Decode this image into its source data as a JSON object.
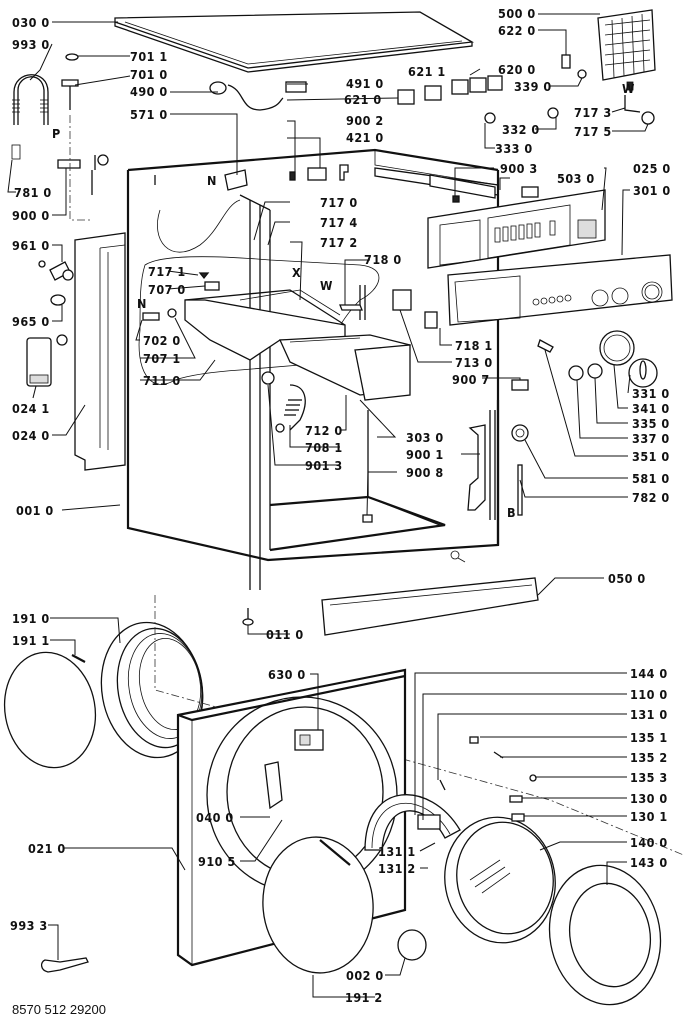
{
  "diagram": {
    "title": "Washing machine exploded parts diagram",
    "document_code": "8570 512 29200",
    "annotation_letters": [
      "N",
      "P",
      "X",
      "W",
      "B"
    ],
    "labels": [
      {
        "id": "030_0",
        "text": "030 0",
        "part": "top-cover"
      },
      {
        "id": "993_0",
        "text": "993 0",
        "part": "drain-hose"
      },
      {
        "id": "701_1",
        "text": "701 1",
        "part": "cap"
      },
      {
        "id": "701_0",
        "text": "701 0",
        "part": "hose-hook"
      },
      {
        "id": "490_0",
        "text": "490 0",
        "part": "mains-cable"
      },
      {
        "id": "571_0",
        "text": "571 0",
        "part": "inlet-valve"
      },
      {
        "id": "781_0",
        "text": "781 0",
        "part": "hose-end"
      },
      {
        "id": "900_0",
        "text": "900 0",
        "part": "hose-bracket"
      },
      {
        "id": "491_0",
        "text": "491 0",
        "part": "interference-filter"
      },
      {
        "id": "621_1",
        "text": "621 1",
        "part": "switch"
      },
      {
        "id": "621_0",
        "text": "621 0",
        "part": "switch"
      },
      {
        "id": "900_2",
        "text": "900 2",
        "part": "clip"
      },
      {
        "id": "421_0",
        "text": "421 0",
        "part": "pressure-switch"
      },
      {
        "id": "620_0",
        "text": "620 0",
        "part": "switch-block"
      },
      {
        "id": "500_0",
        "text": "500 0",
        "part": "electronic-module"
      },
      {
        "id": "622_0",
        "text": "622 0",
        "part": "indicator"
      },
      {
        "id": "339_0",
        "text": "339 0",
        "part": "knob-insert"
      },
      {
        "id": "332_0",
        "text": "332 0",
        "part": "button"
      },
      {
        "id": "333_0",
        "text": "333 0",
        "part": "button"
      },
      {
        "id": "717_3",
        "text": "717 3",
        "part": "shaft"
      },
      {
        "id": "717_5",
        "text": "717 5",
        "part": "gear"
      },
      {
        "id": "900_3",
        "text": "900 3",
        "part": "clip"
      },
      {
        "id": "503_0",
        "text": "503 0",
        "part": "circuit-board"
      },
      {
        "id": "025_0",
        "text": "025 0",
        "part": "control-panel-frame"
      },
      {
        "id": "301_0",
        "text": "301 0",
        "part": "control-panel-facia"
      },
      {
        "id": "717_0",
        "text": "717 0",
        "part": "dispenser-lid"
      },
      {
        "id": "717_4",
        "text": "717 4",
        "part": "dispenser-part"
      },
      {
        "id": "717_2",
        "text": "717 2",
        "part": "dispenser-part"
      },
      {
        "id": "718_0",
        "text": "718 0",
        "part": "bracket"
      },
      {
        "id": "717_1",
        "text": "717 1",
        "part": "screw"
      },
      {
        "id": "707_0",
        "text": "707 0",
        "part": "connector"
      },
      {
        "id": "961_0",
        "text": "961 0",
        "part": "capacitor"
      },
      {
        "id": "965_0",
        "text": "965 0",
        "part": "ring"
      },
      {
        "id": "024_1",
        "text": "024 1",
        "part": "panel-bracket"
      },
      {
        "id": "024_0",
        "text": "024 0",
        "part": "rear-panel"
      },
      {
        "id": "702_0",
        "text": "702 0",
        "part": "nozzle"
      },
      {
        "id": "707_1",
        "text": "707 1",
        "part": "connector"
      },
      {
        "id": "711_0",
        "text": "711 0",
        "part": "dispenser-housing"
      },
      {
        "id": "712_0",
        "text": "712 0",
        "part": "dispenser-drawer"
      },
      {
        "id": "708_1",
        "text": "708 1",
        "part": "bellows-hose"
      },
      {
        "id": "901_3",
        "text": "901 3",
        "part": "hose-clamp"
      },
      {
        "id": "718_1",
        "text": "718 1",
        "part": "spacer"
      },
      {
        "id": "713_0",
        "text": "713 0",
        "part": "bracket"
      },
      {
        "id": "900_7",
        "text": "900 7",
        "part": "clip"
      },
      {
        "id": "331_0",
        "text": "331 0",
        "part": "knob"
      },
      {
        "id": "341_0",
        "text": "341 0",
        "part": "knob-ring"
      },
      {
        "id": "335_0",
        "text": "335 0",
        "part": "small-knob"
      },
      {
        "id": "337_0",
        "text": "337 0",
        "part": "small-knob"
      },
      {
        "id": "351_0",
        "text": "351 0",
        "part": "lamp"
      },
      {
        "id": "303_0",
        "text": "303 0",
        "part": "drawer-handle"
      },
      {
        "id": "900_1",
        "text": "900 1",
        "part": "side-bracket"
      },
      {
        "id": "900_8",
        "text": "900 8",
        "part": "clip"
      },
      {
        "id": "581_0",
        "text": "581 0",
        "part": "thermostat"
      },
      {
        "id": "782_0",
        "text": "782 0",
        "part": "strip"
      },
      {
        "id": "001_0",
        "text": "001 0",
        "part": "cabinet"
      },
      {
        "id": "050_0",
        "text": "050 0",
        "part": "plinth"
      },
      {
        "id": "011_0",
        "text": "011 0",
        "part": "foot-screw"
      },
      {
        "id": "191_0",
        "text": "191 0",
        "part": "door-seal"
      },
      {
        "id": "191_1",
        "text": "191 1",
        "part": "seal-clamp-spring"
      },
      {
        "id": "630_0",
        "text": "630 0",
        "part": "door-interlock"
      },
      {
        "id": "144_0",
        "text": "144 0",
        "part": "door-inner-ring"
      },
      {
        "id": "110_0",
        "text": "110 0",
        "part": "door-hinge"
      },
      {
        "id": "131_0",
        "text": "131 0",
        "part": "door-hook"
      },
      {
        "id": "135_1",
        "text": "135 1",
        "part": "pin"
      },
      {
        "id": "135_2",
        "text": "135 2",
        "part": "spring"
      },
      {
        "id": "135_3",
        "text": "135 3",
        "part": "washer"
      },
      {
        "id": "130_0",
        "text": "130 0",
        "part": "hinge-plate"
      },
      {
        "id": "130_1",
        "text": "130 1",
        "part": "hinge-plate"
      },
      {
        "id": "040_0",
        "text": "040 0",
        "part": "door-handle"
      },
      {
        "id": "021_0",
        "text": "021 0",
        "part": "front-panel"
      },
      {
        "id": "910_5",
        "text": "910 5",
        "part": "screw"
      },
      {
        "id": "131_1",
        "text": "131 1",
        "part": "pin"
      },
      {
        "id": "131_2",
        "text": "131 2",
        "part": "screw"
      },
      {
        "id": "140_0",
        "text": "140 0",
        "part": "door-glass"
      },
      {
        "id": "143_0",
        "text": "143 0",
        "part": "door-outer-ring"
      },
      {
        "id": "993_3",
        "text": "993 3",
        "part": "wrench"
      },
      {
        "id": "002_0",
        "text": "002 0",
        "part": "filter-cap"
      },
      {
        "id": "191_2",
        "text": "191 2",
        "part": "seal-clamp-ring"
      }
    ]
  }
}
